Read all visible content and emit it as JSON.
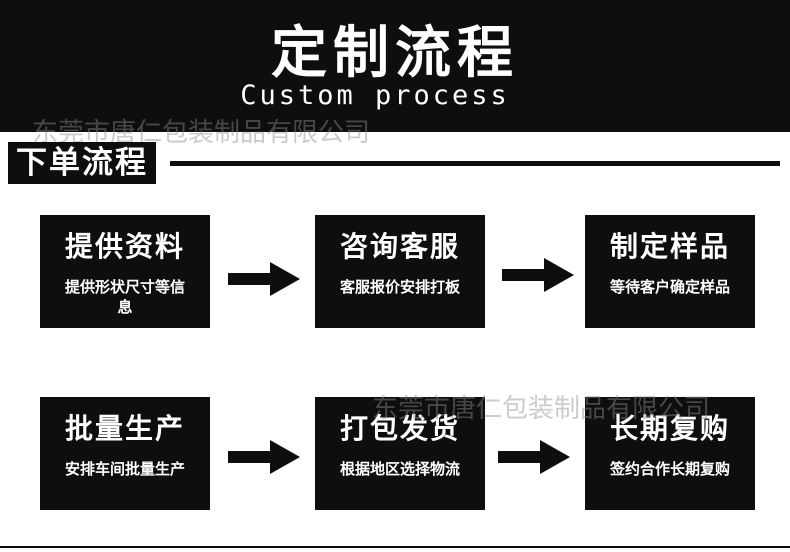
{
  "header": {
    "title_zh": "定制流程",
    "title_en": "Custom process"
  },
  "watermark": "东莞市唐仁包装制品有限公司",
  "section": {
    "label": "下单流程"
  },
  "steps": [
    {
      "title": "提供资料",
      "desc": "提供形状尺寸等信息"
    },
    {
      "title": "咨询客服",
      "desc": "客服报价安排打板"
    },
    {
      "title": "制定样品",
      "desc": "等待客户确定样品"
    },
    {
      "title": "批量生产",
      "desc": "安排车间批量生产"
    },
    {
      "title": "打包发货",
      "desc": "根据地区选择物流"
    },
    {
      "title": "长期复购",
      "desc": "签约合作长期复购"
    }
  ],
  "icons": {
    "arrow": "right-arrow-icon"
  },
  "colors": {
    "primary": "#0e0e0e",
    "text": "#ffffff",
    "background": "#ffffff"
  }
}
